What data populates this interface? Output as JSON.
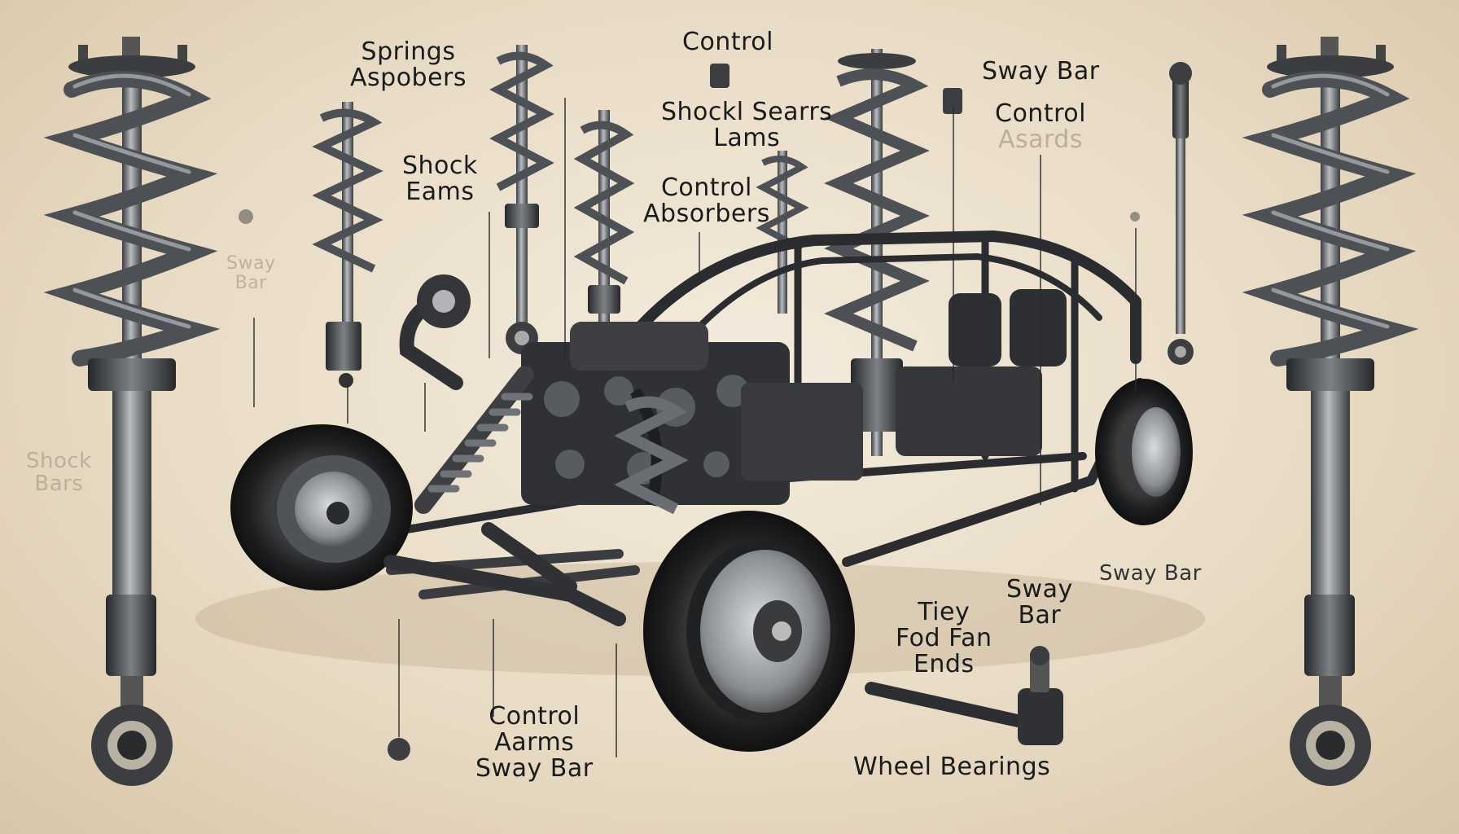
{
  "colors": {
    "background": "#eadfcb",
    "metal_dark": "#2e3033",
    "metal_mid": "#6b6e72",
    "tire": "#1e1f21",
    "label_text": "#1b1b1b"
  },
  "labels": {
    "springs_absorbers": [
      "Springs",
      "Aspobers"
    ],
    "control_top": [
      "Control"
    ],
    "sway_bar_top_right": [
      "Sway Bar"
    ],
    "shock_searrs_lams": [
      "Shockl Searrs",
      "Lams"
    ],
    "control_asards": [
      "Control",
      "Asards"
    ],
    "shock_eams": [
      "Shock",
      "Eams"
    ],
    "control_absorbers": [
      "Control",
      "Absorbers"
    ],
    "faded_sway_bar": [
      "Sway",
      "Bar"
    ],
    "faded_shock_bars": [
      "Shock",
      "Bars"
    ],
    "sway_bar_right": [
      "Sway Bar"
    ],
    "sway_bar_mid": [
      "Sway",
      "Bar"
    ],
    "tiey_fod_fan_ends": [
      "Tiey",
      "Fod Fan",
      "Ends"
    ],
    "control_aarms_sway_bar": [
      "Control",
      "Aarms",
      "Sway Bar"
    ],
    "wheel_bearings": [
      "Wheel Bearings"
    ]
  }
}
